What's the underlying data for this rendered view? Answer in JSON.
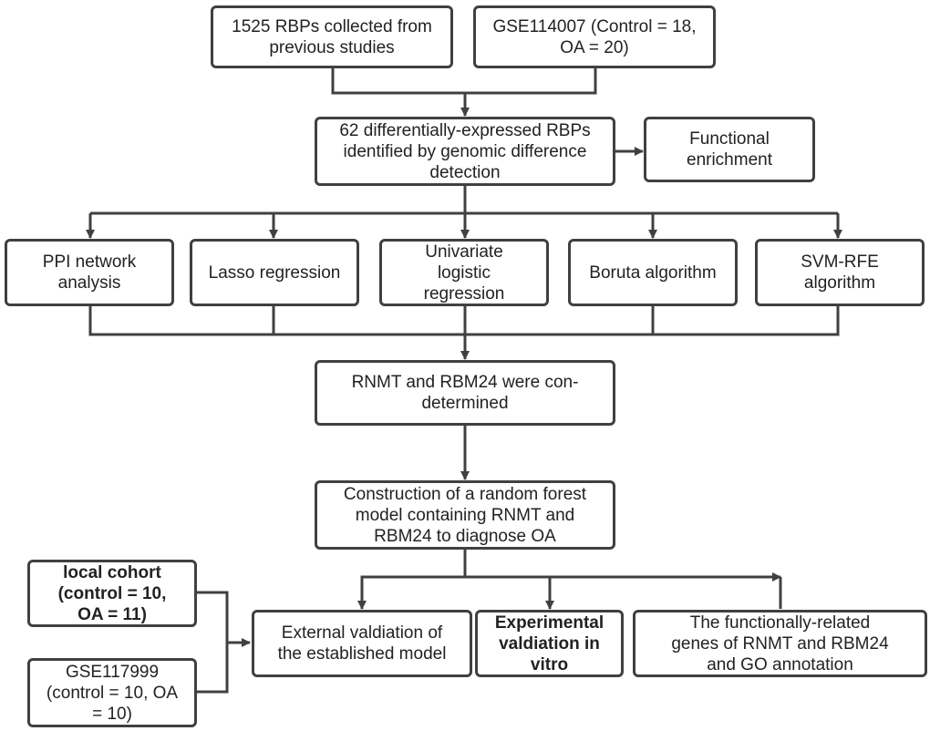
{
  "nodes": {
    "rbps_collected": "1525 RBPs collected from\nprevious studies",
    "gse114007": "GSE114007 (Control = 18,\nOA = 20)",
    "differential_rbps": "62 differentially-expressed RBPs\nidentified by genomic difference\ndetection",
    "functional_enrichment": "Functional\nenrichment",
    "ppi": "PPI network\nanalysis",
    "lasso": "Lasso regression",
    "univariate": "Univariate\nlogistic\nregression",
    "boruta": "Boruta algorithm",
    "svm_rfe": "SVM-RFE\nalgorithm",
    "rnmt_rbm24": "RNMT and RBM24 were con-\ndetermined",
    "random_forest": "Construction of a random forest\nmodel containing RNMT and\nRBM24 to diagnose OA",
    "local_cohort": "local cohort\n(control = 10,\nOA = 11)",
    "gse117999": "GSE117999\n(control = 10, OA\n= 10)",
    "external_validation": "External valdiation of\nthe established model",
    "experimental_validation": "Experimental\nvaldiation in\nvitro",
    "functional_genes": "The functionally-related\ngenes of RNMT and RBM24\nand GO annotation"
  },
  "colors": {
    "stroke": "#404040",
    "text": "#222222",
    "background": "#ffffff"
  }
}
